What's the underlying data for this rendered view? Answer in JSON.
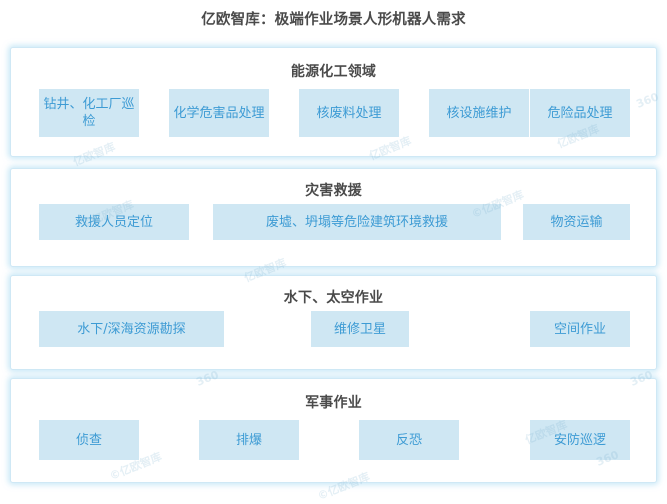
{
  "title": "亿欧智库：极端作业场景人形机器人需求",
  "colors": {
    "chip_bg": "#cfe7f3",
    "chip_text": "#3d9bd4",
    "card_border": "#cfe8f5",
    "heading_text": "#4a4a4a",
    "page_bg": "#ffffff"
  },
  "sections": [
    {
      "heading": "能源化工领域",
      "items": [
        "钻井、化工厂巡检",
        "化学危害品处理",
        "核废料处理",
        "核设施维护",
        "危险品处理"
      ]
    },
    {
      "heading": "灾害救援",
      "items": [
        "救援人员定位",
        "废墟、坍塌等危险建筑环境救援",
        "物资运输"
      ]
    },
    {
      "heading": "水下、太空作业",
      "items": [
        "水下/深海资源勘探",
        "维修卫星",
        "空间作业"
      ]
    },
    {
      "heading": "军事作业",
      "items": [
        "侦查",
        "排爆",
        "反恐",
        "安防巡逻"
      ]
    }
  ],
  "watermarks": {
    "brand": "©亿欧智库",
    "source": "亿欧智库",
    "code": "360"
  }
}
